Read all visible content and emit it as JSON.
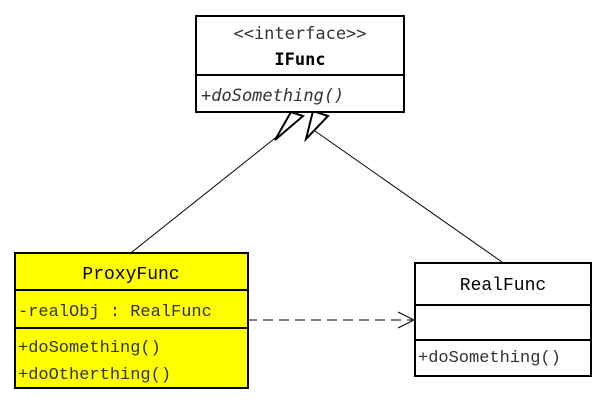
{
  "interface": {
    "stereotype": "<<interface>>",
    "name": "IFunc",
    "methods": [
      "+doSomething()"
    ]
  },
  "proxy": {
    "name": "ProxyFunc",
    "attributes": [
      "-realObj : RealFunc"
    ],
    "methods": [
      "+doSomething()",
      "+doOtherthing()"
    ],
    "fill": "#ffff00"
  },
  "real": {
    "name": "RealFunc",
    "attributes": [],
    "methods": [
      "+doSomething()"
    ],
    "fill": "#ffffff"
  },
  "relationships": [
    {
      "type": "realization",
      "from": "ProxyFunc",
      "to": "IFunc"
    },
    {
      "type": "realization",
      "from": "RealFunc",
      "to": "IFunc"
    },
    {
      "type": "dependency",
      "from": "ProxyFunc",
      "to": "RealFunc"
    }
  ]
}
